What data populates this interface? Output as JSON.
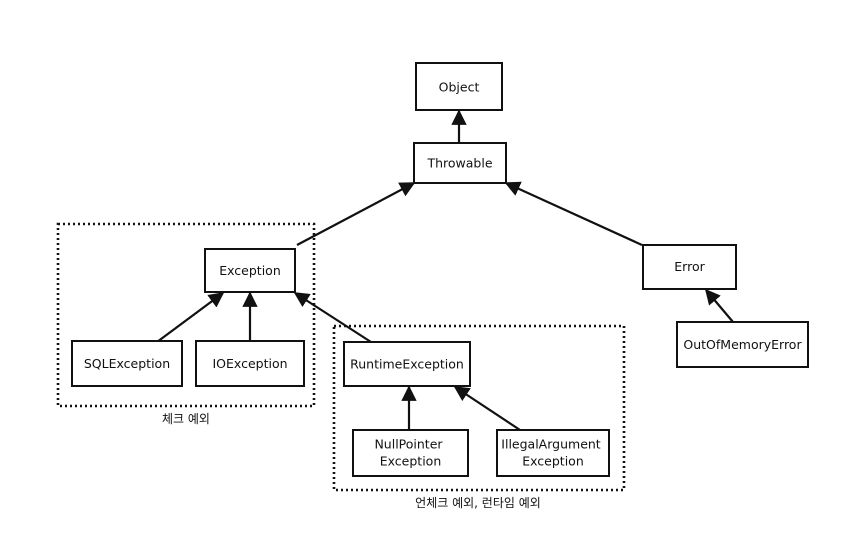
{
  "nodes": {
    "object": "Object",
    "throwable": "Throwable",
    "exception": "Exception",
    "error": "Error",
    "sql_exception": "SQLException",
    "io_exception": "IOException",
    "runtime_exception": "RuntimeException",
    "out_of_memory_error": "OutOfMemoryError",
    "null_pointer_exception": [
      "NullPointer",
      "Exception"
    ],
    "illegal_argument_exception": [
      "IllegalArgument",
      "Exception"
    ]
  },
  "groups": {
    "checked": "체크 예외",
    "unchecked": "언체크 예외, 런타임 예외"
  },
  "colors": {
    "line": "#111111",
    "box_fill": "#ffffff",
    "text": "#111111"
  }
}
